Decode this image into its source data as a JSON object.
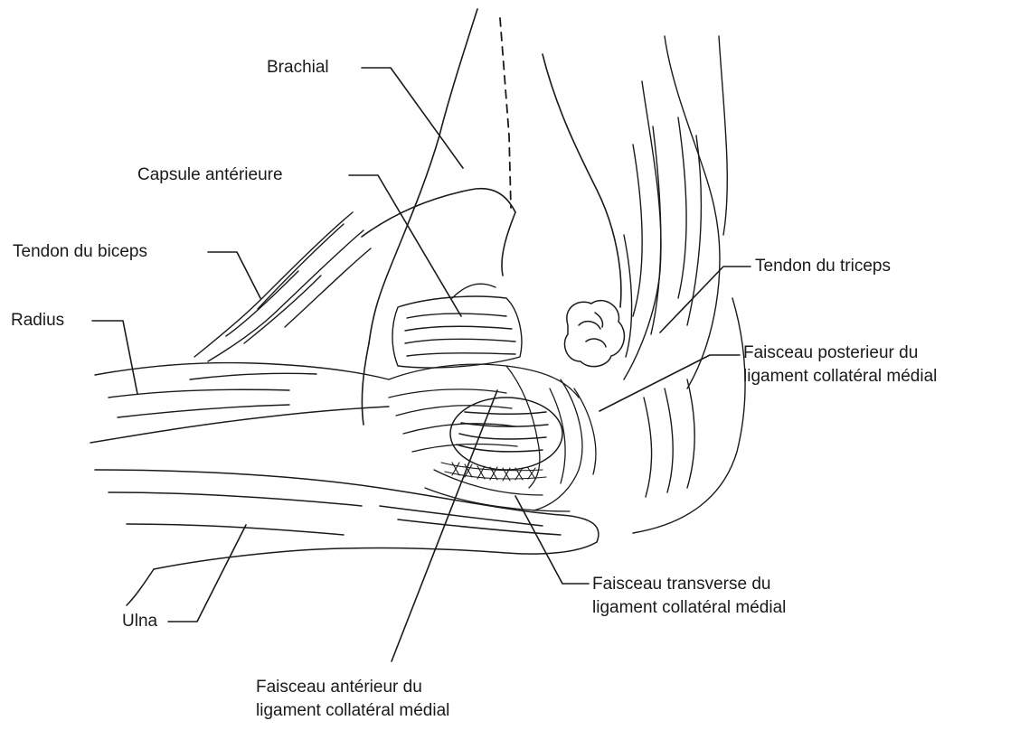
{
  "figure": {
    "ink_color": "#1a1a1a",
    "background": "#ffffff"
  },
  "labels": {
    "brachial": "Brachial",
    "capsule": "Capsule antérieure",
    "biceps": "Tendon du biceps",
    "radius": "Radius",
    "triceps": "Tendon du triceps",
    "post_line1": "Faisceau posterieur du",
    "post_line2": "ligament collatéral médial",
    "trans_line1": "Faisceau transverse du",
    "trans_line2": "ligament collatéral médial",
    "ulna": "Ulna",
    "ant_line1": "Faisceau antérieur du",
    "ant_line2": "ligament collatéral médial"
  }
}
